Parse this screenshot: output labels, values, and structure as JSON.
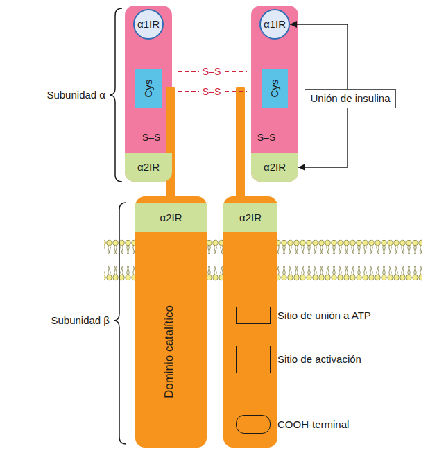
{
  "diagram": {
    "nodes": [
      {
        "text": [
          "α1IR"
        ]
      },
      {
        "text": [
          "α1IR"
        ]
      },
      {
        "text": [
          "Cys"
        ]
      },
      {
        "text": [
          "Cys"
        ]
      },
      {
        "text": [
          "Unión de insulina"
        ]
      },
      {
        "text": [
          "α2IR"
        ]
      },
      {
        "text": [
          "α2IR"
        ]
      },
      {
        "text": [
          "Dominio catalítico"
        ]
      },
      {
        "text": [
          "α2IR"
        ],
        "in": 7
      },
      {
        "text": [
          "α2IR"
        ]
      },
      {
        "text": [
          "Sitio de unión a ATP"
        ]
      },
      {
        "text": [
          "Sitio de activación"
        ]
      },
      {
        "text": [
          "COOH-terminal"
        ]
      }
    ],
    "edges": [
      {
        "from": 4,
        "to": 1,
        "arrow": "to"
      },
      {
        "from": 4,
        "to": 6,
        "arrow": "to"
      }
    ],
    "labels": [
      "Subunidad α",
      "Subunidad β",
      "S–S",
      "S–S",
      "S–S",
      "S–S"
    ]
  }
}
